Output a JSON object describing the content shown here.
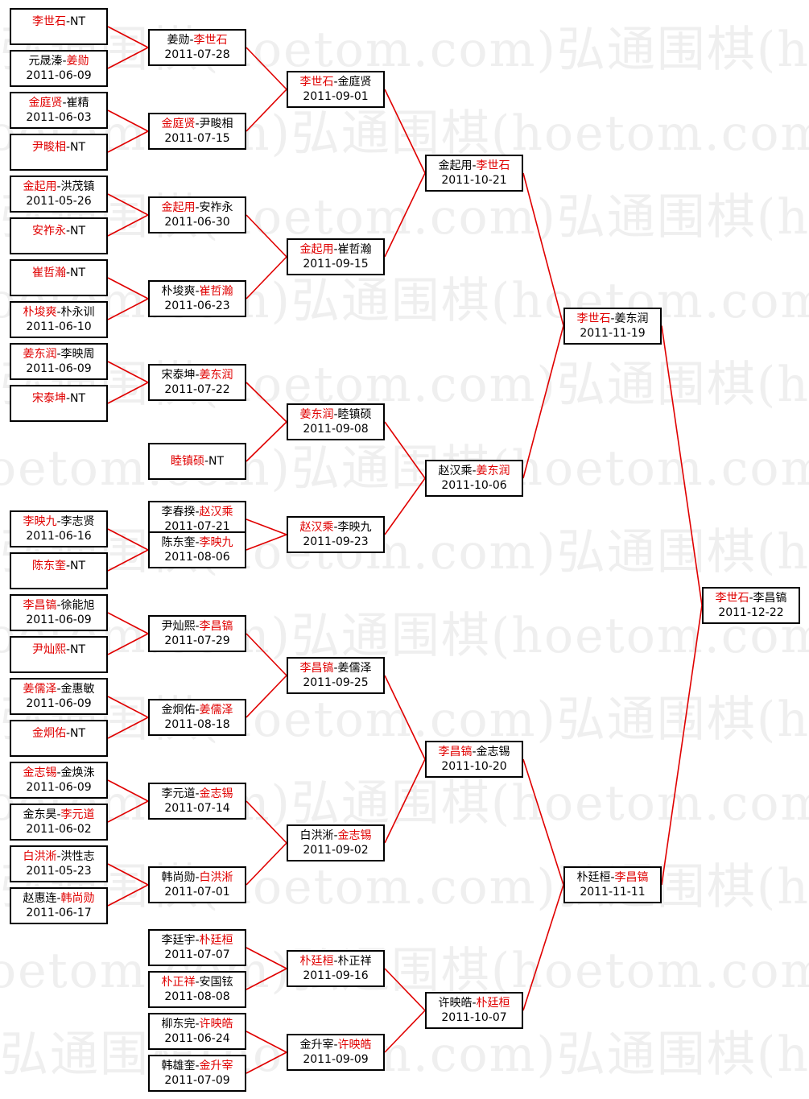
{
  "watermark": "弘通围棋(hoetom.com)",
  "colors": {
    "winner": "#e00000",
    "line": "#e00000",
    "border": "#000000"
  },
  "rounds": [
    {
      "round": 1,
      "matches": [
        {
          "p1": "李世石",
          "p2": "NT",
          "date": "",
          "winner": 1
        },
        {
          "p1": "元晟溱",
          "p2": "姜勋",
          "date": "2011-06-09",
          "winner": 2
        },
        {
          "p1": "金庭贤",
          "p2": "崔精",
          "date": "2011-06-03",
          "winner": 1
        },
        {
          "p1": "尹畯相",
          "p2": "NT",
          "date": "",
          "winner": 1
        },
        {
          "p1": "金起用",
          "p2": "洪茂镇",
          "date": "2011-05-26",
          "winner": 1
        },
        {
          "p1": "安祚永",
          "p2": "NT",
          "date": "",
          "winner": 1
        },
        {
          "p1": "崔哲瀚",
          "p2": "NT",
          "date": "",
          "winner": 1
        },
        {
          "p1": "朴埈爽",
          "p2": "朴永训",
          "date": "2011-06-10",
          "winner": 1
        },
        {
          "p1": "姜东润",
          "p2": "李映周",
          "date": "2011-06-09",
          "winner": 1
        },
        {
          "p1": "宋泰坤",
          "p2": "NT",
          "date": "",
          "winner": 1
        },
        {
          "p1": "李映九",
          "p2": "李志贤",
          "date": "2011-06-16",
          "winner": 1
        },
        {
          "p1": "陈东奎",
          "p2": "NT",
          "date": "",
          "winner": 1
        },
        {
          "p1": "李昌镐",
          "p2": "徐能旭",
          "date": "2011-06-09",
          "winner": 1
        },
        {
          "p1": "尹灿熙",
          "p2": "NT",
          "date": "",
          "winner": 1
        },
        {
          "p1": "姜儒泽",
          "p2": "金惠敏",
          "date": "2011-06-09",
          "winner": 1
        },
        {
          "p1": "金炯佑",
          "p2": "NT",
          "date": "",
          "winner": 1
        },
        {
          "p1": "金志锡",
          "p2": "金焕洙",
          "date": "2011-06-09",
          "winner": 1
        },
        {
          "p1": "金东昊",
          "p2": "李元道",
          "date": "2011-06-02",
          "winner": 2
        },
        {
          "p1": "白洪淅",
          "p2": "洪性志",
          "date": "2011-05-23",
          "winner": 1
        },
        {
          "p1": "赵惠连",
          "p2": "韩尚勋",
          "date": "2011-06-17",
          "winner": 2
        }
      ]
    },
    {
      "round": 2,
      "matches": [
        {
          "p1": "姜勋",
          "p2": "李世石",
          "date": "2011-07-28",
          "winner": 2
        },
        {
          "p1": "金庭贤",
          "p2": "尹畯相",
          "date": "2011-07-15",
          "winner": 1
        },
        {
          "p1": "金起用",
          "p2": "安祚永",
          "date": "2011-06-30",
          "winner": 1
        },
        {
          "p1": "朴埈爽",
          "p2": "崔哲瀚",
          "date": "2011-06-23",
          "winner": 2
        },
        {
          "p1": "宋泰坤",
          "p2": "姜东润",
          "date": "2011-07-22",
          "winner": 2
        },
        {
          "p1": "睦镇硕",
          "p2": "NT",
          "date": "",
          "winner": 1
        },
        {
          "p1": "李春揆",
          "p2": "赵汉乘",
          "date": "2011-07-21",
          "winner": 2
        },
        {
          "p1": "陈东奎",
          "p2": "李映九",
          "date": "2011-08-06",
          "winner": 2
        },
        {
          "p1": "尹灿熙",
          "p2": "李昌镐",
          "date": "2011-07-29",
          "winner": 2
        },
        {
          "p1": "金炯佑",
          "p2": "姜儒泽",
          "date": "2011-08-18",
          "winner": 2
        },
        {
          "p1": "李元道",
          "p2": "金志锡",
          "date": "2011-07-14",
          "winner": 2
        },
        {
          "p1": "韩尚勋",
          "p2": "白洪淅",
          "date": "2011-07-01",
          "winner": 2
        },
        {
          "p1": "李廷宇",
          "p2": "朴廷桓",
          "date": "2011-07-07",
          "winner": 2
        },
        {
          "p1": "朴正祥",
          "p2": "安国铉",
          "date": "2011-08-08",
          "winner": 1
        },
        {
          "p1": "柳东完",
          "p2": "许映皓",
          "date": "2011-06-24",
          "winner": 2
        },
        {
          "p1": "韩雄奎",
          "p2": "金升宰",
          "date": "2011-07-09",
          "winner": 2
        }
      ]
    },
    {
      "round": 3,
      "matches": [
        {
          "p1": "李世石",
          "p2": "金庭贤",
          "date": "2011-09-01",
          "winner": 1
        },
        {
          "p1": "金起用",
          "p2": "崔哲瀚",
          "date": "2011-09-15",
          "winner": 1
        },
        {
          "p1": "姜东润",
          "p2": "睦镇硕",
          "date": "2011-09-08",
          "winner": 1
        },
        {
          "p1": "赵汉乘",
          "p2": "李映九",
          "date": "2011-09-23",
          "winner": 1
        },
        {
          "p1": "李昌镐",
          "p2": "姜儒泽",
          "date": "2011-09-25",
          "winner": 1
        },
        {
          "p1": "白洪淅",
          "p2": "金志锡",
          "date": "2011-09-02",
          "winner": 2
        },
        {
          "p1": "朴廷桓",
          "p2": "朴正祥",
          "date": "2011-09-16",
          "winner": 1
        },
        {
          "p1": "金升宰",
          "p2": "许映皓",
          "date": "2011-09-09",
          "winner": 2
        }
      ]
    },
    {
      "round": 4,
      "matches": [
        {
          "p1": "金起用",
          "p2": "李世石",
          "date": "2011-10-21",
          "winner": 2
        },
        {
          "p1": "赵汉乘",
          "p2": "姜东润",
          "date": "2011-10-06",
          "winner": 2
        },
        {
          "p1": "李昌镐",
          "p2": "金志锡",
          "date": "2011-10-20",
          "winner": 1
        },
        {
          "p1": "许映皓",
          "p2": "朴廷桓",
          "date": "2011-10-07",
          "winner": 2
        }
      ]
    },
    {
      "round": 5,
      "matches": [
        {
          "p1": "李世石",
          "p2": "姜东润",
          "date": "2011-11-19",
          "winner": 1
        },
        {
          "p1": "朴廷桓",
          "p2": "李昌镐",
          "date": "2011-11-11",
          "winner": 2
        }
      ]
    },
    {
      "round": 6,
      "matches": [
        {
          "p1": "李世石",
          "p2": "李昌镐",
          "date": "2011-12-22",
          "winner": 1
        }
      ]
    }
  ]
}
